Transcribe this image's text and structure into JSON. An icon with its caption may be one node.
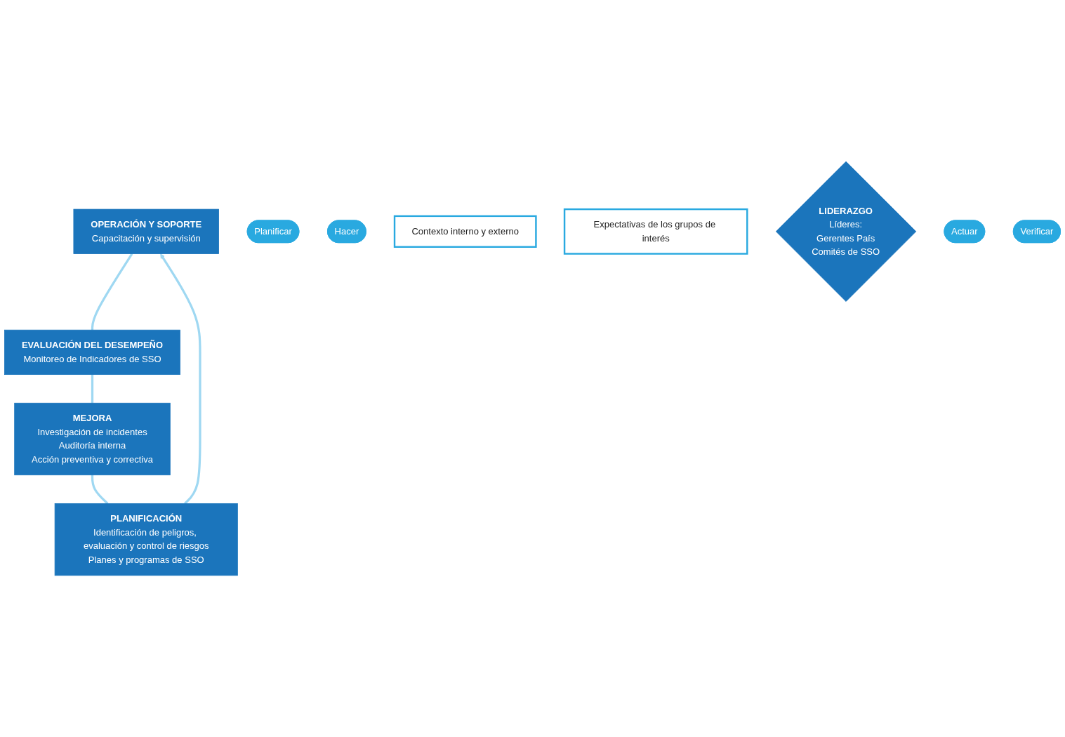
{
  "diagram": {
    "nodes": [
      {
        "text": [
          "OPERACIÓN Y SOPORTE",
          "Capacitación y supervisión"
        ]
      },
      {
        "text": [
          "Planificar"
        ]
      },
      {
        "text": [
          "Hacer"
        ]
      },
      {
        "text": [
          "Contexto interno y externo"
        ]
      },
      {
        "text": [
          "Expectativas de los grupos de interés"
        ]
      },
      {
        "text": [
          "PLANIFICACIÓN",
          "Identificación de peligros, evaluación y control de riesgos",
          "Planes y programas de SSO"
        ]
      },
      {
        "text": [
          "LIDERAZGO",
          "Líderes:",
          "Gerentes País",
          "Comités de SSO"
        ]
      },
      {
        "text": [
          "EVALUACIÓN DEL DESEMPEÑO",
          "Monitoreo de Indicadores de SSO"
        ]
      },
      {
        "text": [
          "Actuar"
        ]
      },
      {
        "text": [
          "Verificar"
        ]
      },
      {
        "text": [
          "MEJORA",
          "Investigación de incidentes",
          "Auditoría interna",
          "Acción preventiva y correctiva"
        ]
      }
    ],
    "edges": [
      {
        "from": 5,
        "to": 0,
        "arrow": "to"
      },
      {
        "from": 0,
        "to": 7,
        "arrow": "none"
      },
      {
        "from": 7,
        "to": 10,
        "arrow": "none"
      },
      {
        "from": 10,
        "to": 5,
        "arrow": "none"
      }
    ]
  }
}
